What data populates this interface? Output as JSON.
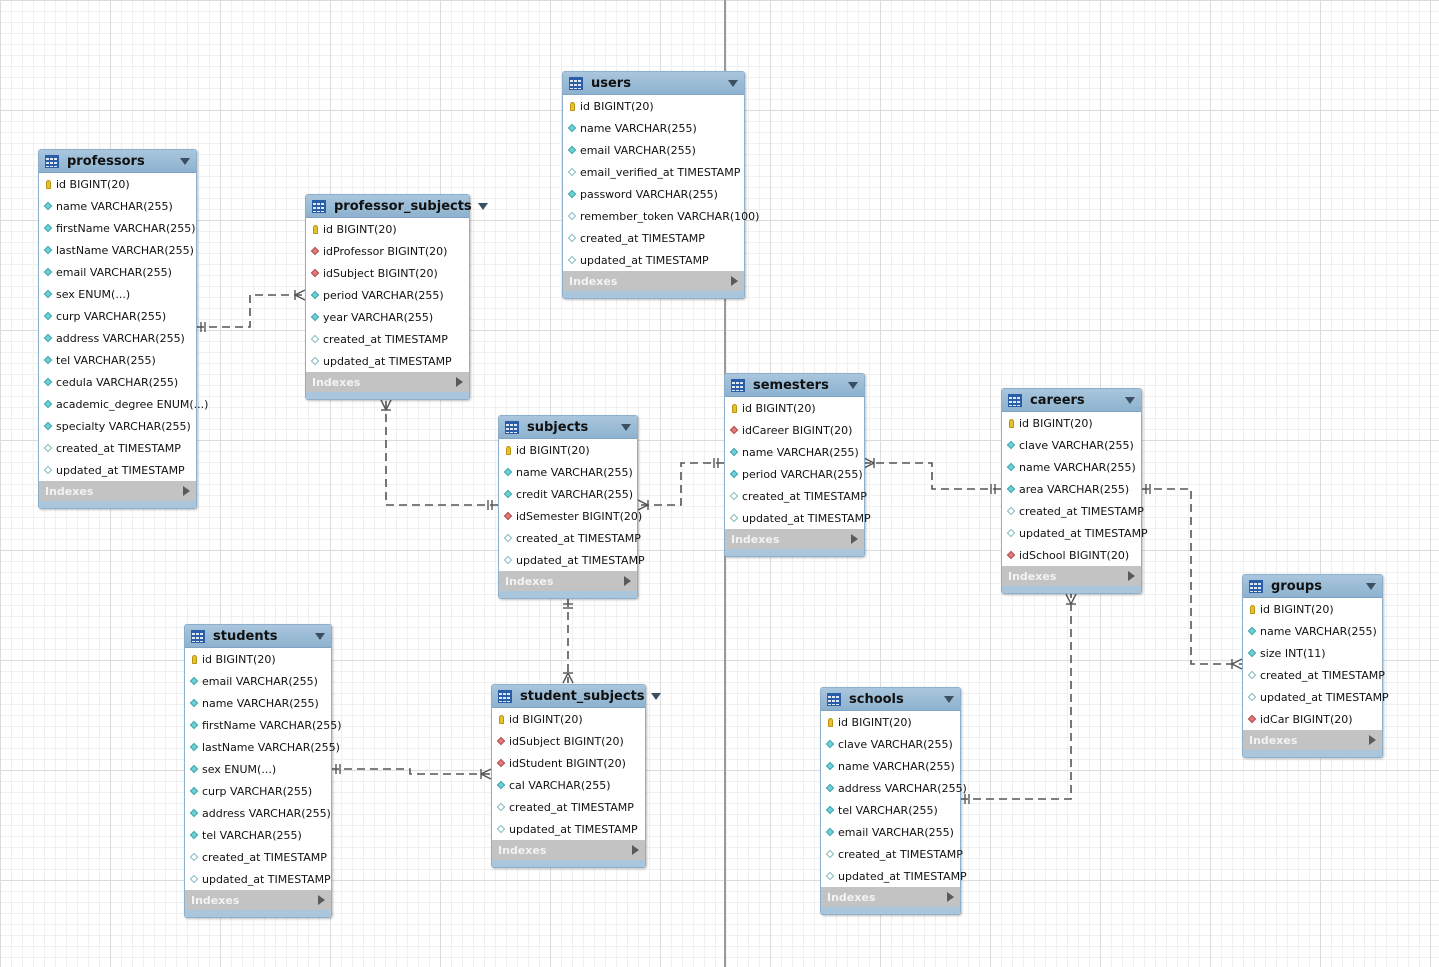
{
  "colors": {
    "header": "#a9c6dd",
    "indexes_bar": "#c3c3c3",
    "primary_key": "#e8c22a",
    "not_null_column": "#6fd0d6",
    "nullable_column": "#ffffff",
    "foreign_key": "#e07b7b"
  },
  "entities": {
    "professors": {
      "name": "professors",
      "indexes_label": "Indexes",
      "columns": [
        {
          "text": "id BIGINT(20)",
          "icon": "key"
        },
        {
          "text": "name VARCHAR(255)",
          "icon": "notnull"
        },
        {
          "text": "firstName VARCHAR(255)",
          "icon": "notnull"
        },
        {
          "text": "lastName VARCHAR(255)",
          "icon": "notnull"
        },
        {
          "text": "email VARCHAR(255)",
          "icon": "notnull"
        },
        {
          "text": "sex ENUM(...)",
          "icon": "notnull"
        },
        {
          "text": "curp VARCHAR(255)",
          "icon": "notnull"
        },
        {
          "text": "address VARCHAR(255)",
          "icon": "notnull"
        },
        {
          "text": "tel VARCHAR(255)",
          "icon": "notnull"
        },
        {
          "text": "cedula VARCHAR(255)",
          "icon": "notnull"
        },
        {
          "text": "academic_degree ENUM(...)",
          "icon": "notnull"
        },
        {
          "text": "specialty VARCHAR(255)",
          "icon": "notnull"
        },
        {
          "text": "created_at TIMESTAMP",
          "icon": "nullable"
        },
        {
          "text": "updated_at TIMESTAMP",
          "icon": "nullable"
        }
      ]
    },
    "professor_subjects": {
      "name": "professor_subjects",
      "indexes_label": "Indexes",
      "columns": [
        {
          "text": "id BIGINT(20)",
          "icon": "key"
        },
        {
          "text": "idProfessor BIGINT(20)",
          "icon": "fk"
        },
        {
          "text": "idSubject BIGINT(20)",
          "icon": "fk"
        },
        {
          "text": "period VARCHAR(255)",
          "icon": "notnull"
        },
        {
          "text": "year VARCHAR(255)",
          "icon": "notnull"
        },
        {
          "text": "created_at TIMESTAMP",
          "icon": "nullable"
        },
        {
          "text": "updated_at TIMESTAMP",
          "icon": "nullable"
        }
      ]
    },
    "users": {
      "name": "users",
      "indexes_label": "Indexes",
      "columns": [
        {
          "text": "id BIGINT(20)",
          "icon": "key"
        },
        {
          "text": "name VARCHAR(255)",
          "icon": "notnull"
        },
        {
          "text": "email VARCHAR(255)",
          "icon": "notnull"
        },
        {
          "text": "email_verified_at TIMESTAMP",
          "icon": "nullable"
        },
        {
          "text": "password VARCHAR(255)",
          "icon": "notnull"
        },
        {
          "text": "remember_token VARCHAR(100)",
          "icon": "nullable"
        },
        {
          "text": "created_at TIMESTAMP",
          "icon": "nullable"
        },
        {
          "text": "updated_at TIMESTAMP",
          "icon": "nullable"
        }
      ]
    },
    "subjects": {
      "name": "subjects",
      "indexes_label": "Indexes",
      "columns": [
        {
          "text": "id BIGINT(20)",
          "icon": "key"
        },
        {
          "text": "name VARCHAR(255)",
          "icon": "notnull"
        },
        {
          "text": "credit VARCHAR(255)",
          "icon": "notnull"
        },
        {
          "text": "idSemester BIGINT(20)",
          "icon": "fk"
        },
        {
          "text": "created_at TIMESTAMP",
          "icon": "nullable"
        },
        {
          "text": "updated_at TIMESTAMP",
          "icon": "nullable"
        }
      ]
    },
    "semesters": {
      "name": "semesters",
      "indexes_label": "Indexes",
      "columns": [
        {
          "text": "id BIGINT(20)",
          "icon": "key"
        },
        {
          "text": "idCareer BIGINT(20)",
          "icon": "fk"
        },
        {
          "text": "name VARCHAR(255)",
          "icon": "notnull"
        },
        {
          "text": "period VARCHAR(255)",
          "icon": "notnull"
        },
        {
          "text": "created_at TIMESTAMP",
          "icon": "nullable"
        },
        {
          "text": "updated_at TIMESTAMP",
          "icon": "nullable"
        }
      ]
    },
    "careers": {
      "name": "careers",
      "indexes_label": "Indexes",
      "columns": [
        {
          "text": "id BIGINT(20)",
          "icon": "key"
        },
        {
          "text": "clave VARCHAR(255)",
          "icon": "notnull"
        },
        {
          "text": "name VARCHAR(255)",
          "icon": "notnull"
        },
        {
          "text": "area VARCHAR(255)",
          "icon": "notnull"
        },
        {
          "text": "created_at TIMESTAMP",
          "icon": "nullable"
        },
        {
          "text": "updated_at TIMESTAMP",
          "icon": "nullable"
        },
        {
          "text": "idSchool BIGINT(20)",
          "icon": "fk"
        }
      ]
    },
    "groups": {
      "name": "groups",
      "indexes_label": "Indexes",
      "columns": [
        {
          "text": "id BIGINT(20)",
          "icon": "key"
        },
        {
          "text": "name VARCHAR(255)",
          "icon": "notnull"
        },
        {
          "text": "size INT(11)",
          "icon": "notnull"
        },
        {
          "text": "created_at TIMESTAMP",
          "icon": "nullable"
        },
        {
          "text": "updated_at TIMESTAMP",
          "icon": "nullable"
        },
        {
          "text": "idCar BIGINT(20)",
          "icon": "fk"
        }
      ]
    },
    "students": {
      "name": "students",
      "indexes_label": "Indexes",
      "columns": [
        {
          "text": "id BIGINT(20)",
          "icon": "key"
        },
        {
          "text": "email VARCHAR(255)",
          "icon": "notnull"
        },
        {
          "text": "name VARCHAR(255)",
          "icon": "notnull"
        },
        {
          "text": "firstName VARCHAR(255)",
          "icon": "notnull"
        },
        {
          "text": "lastName VARCHAR(255)",
          "icon": "notnull"
        },
        {
          "text": "sex ENUM(...)",
          "icon": "notnull"
        },
        {
          "text": "curp VARCHAR(255)",
          "icon": "notnull"
        },
        {
          "text": "address VARCHAR(255)",
          "icon": "notnull"
        },
        {
          "text": "tel VARCHAR(255)",
          "icon": "notnull"
        },
        {
          "text": "created_at TIMESTAMP",
          "icon": "nullable"
        },
        {
          "text": "updated_at TIMESTAMP",
          "icon": "nullable"
        }
      ]
    },
    "student_subjects": {
      "name": "student_subjects",
      "indexes_label": "Indexes",
      "columns": [
        {
          "text": "id BIGINT(20)",
          "icon": "key"
        },
        {
          "text": "idSubject BIGINT(20)",
          "icon": "fk"
        },
        {
          "text": "idStudent BIGINT(20)",
          "icon": "fk"
        },
        {
          "text": "cal VARCHAR(255)",
          "icon": "notnull"
        },
        {
          "text": "created_at TIMESTAMP",
          "icon": "nullable"
        },
        {
          "text": "updated_at TIMESTAMP",
          "icon": "nullable"
        }
      ]
    },
    "schools": {
      "name": "schools",
      "indexes_label": "Indexes",
      "columns": [
        {
          "text": "id BIGINT(20)",
          "icon": "key"
        },
        {
          "text": "clave VARCHAR(255)",
          "icon": "notnull"
        },
        {
          "text": "name VARCHAR(255)",
          "icon": "notnull"
        },
        {
          "text": "address VARCHAR(255)",
          "icon": "notnull"
        },
        {
          "text": "tel VARCHAR(255)",
          "icon": "notnull"
        },
        {
          "text": "email VARCHAR(255)",
          "icon": "notnull"
        },
        {
          "text": "created_at TIMESTAMP",
          "icon": "nullable"
        },
        {
          "text": "updated_at TIMESTAMP",
          "icon": "nullable"
        }
      ]
    }
  },
  "relationships": [
    {
      "from": "professors",
      "to": "professor_subjects",
      "cardinality": "one-to-many"
    },
    {
      "from": "subjects",
      "to": "professor_subjects",
      "cardinality": "one-to-many"
    },
    {
      "from": "semesters",
      "to": "subjects",
      "cardinality": "one-to-many"
    },
    {
      "from": "careers",
      "to": "semesters",
      "cardinality": "one-to-many"
    },
    {
      "from": "careers",
      "to": "groups",
      "cardinality": "one-to-many"
    },
    {
      "from": "schools",
      "to": "careers",
      "cardinality": "one-to-many"
    },
    {
      "from": "subjects",
      "to": "student_subjects",
      "cardinality": "one-to-many"
    },
    {
      "from": "students",
      "to": "student_subjects",
      "cardinality": "one-to-many"
    }
  ]
}
